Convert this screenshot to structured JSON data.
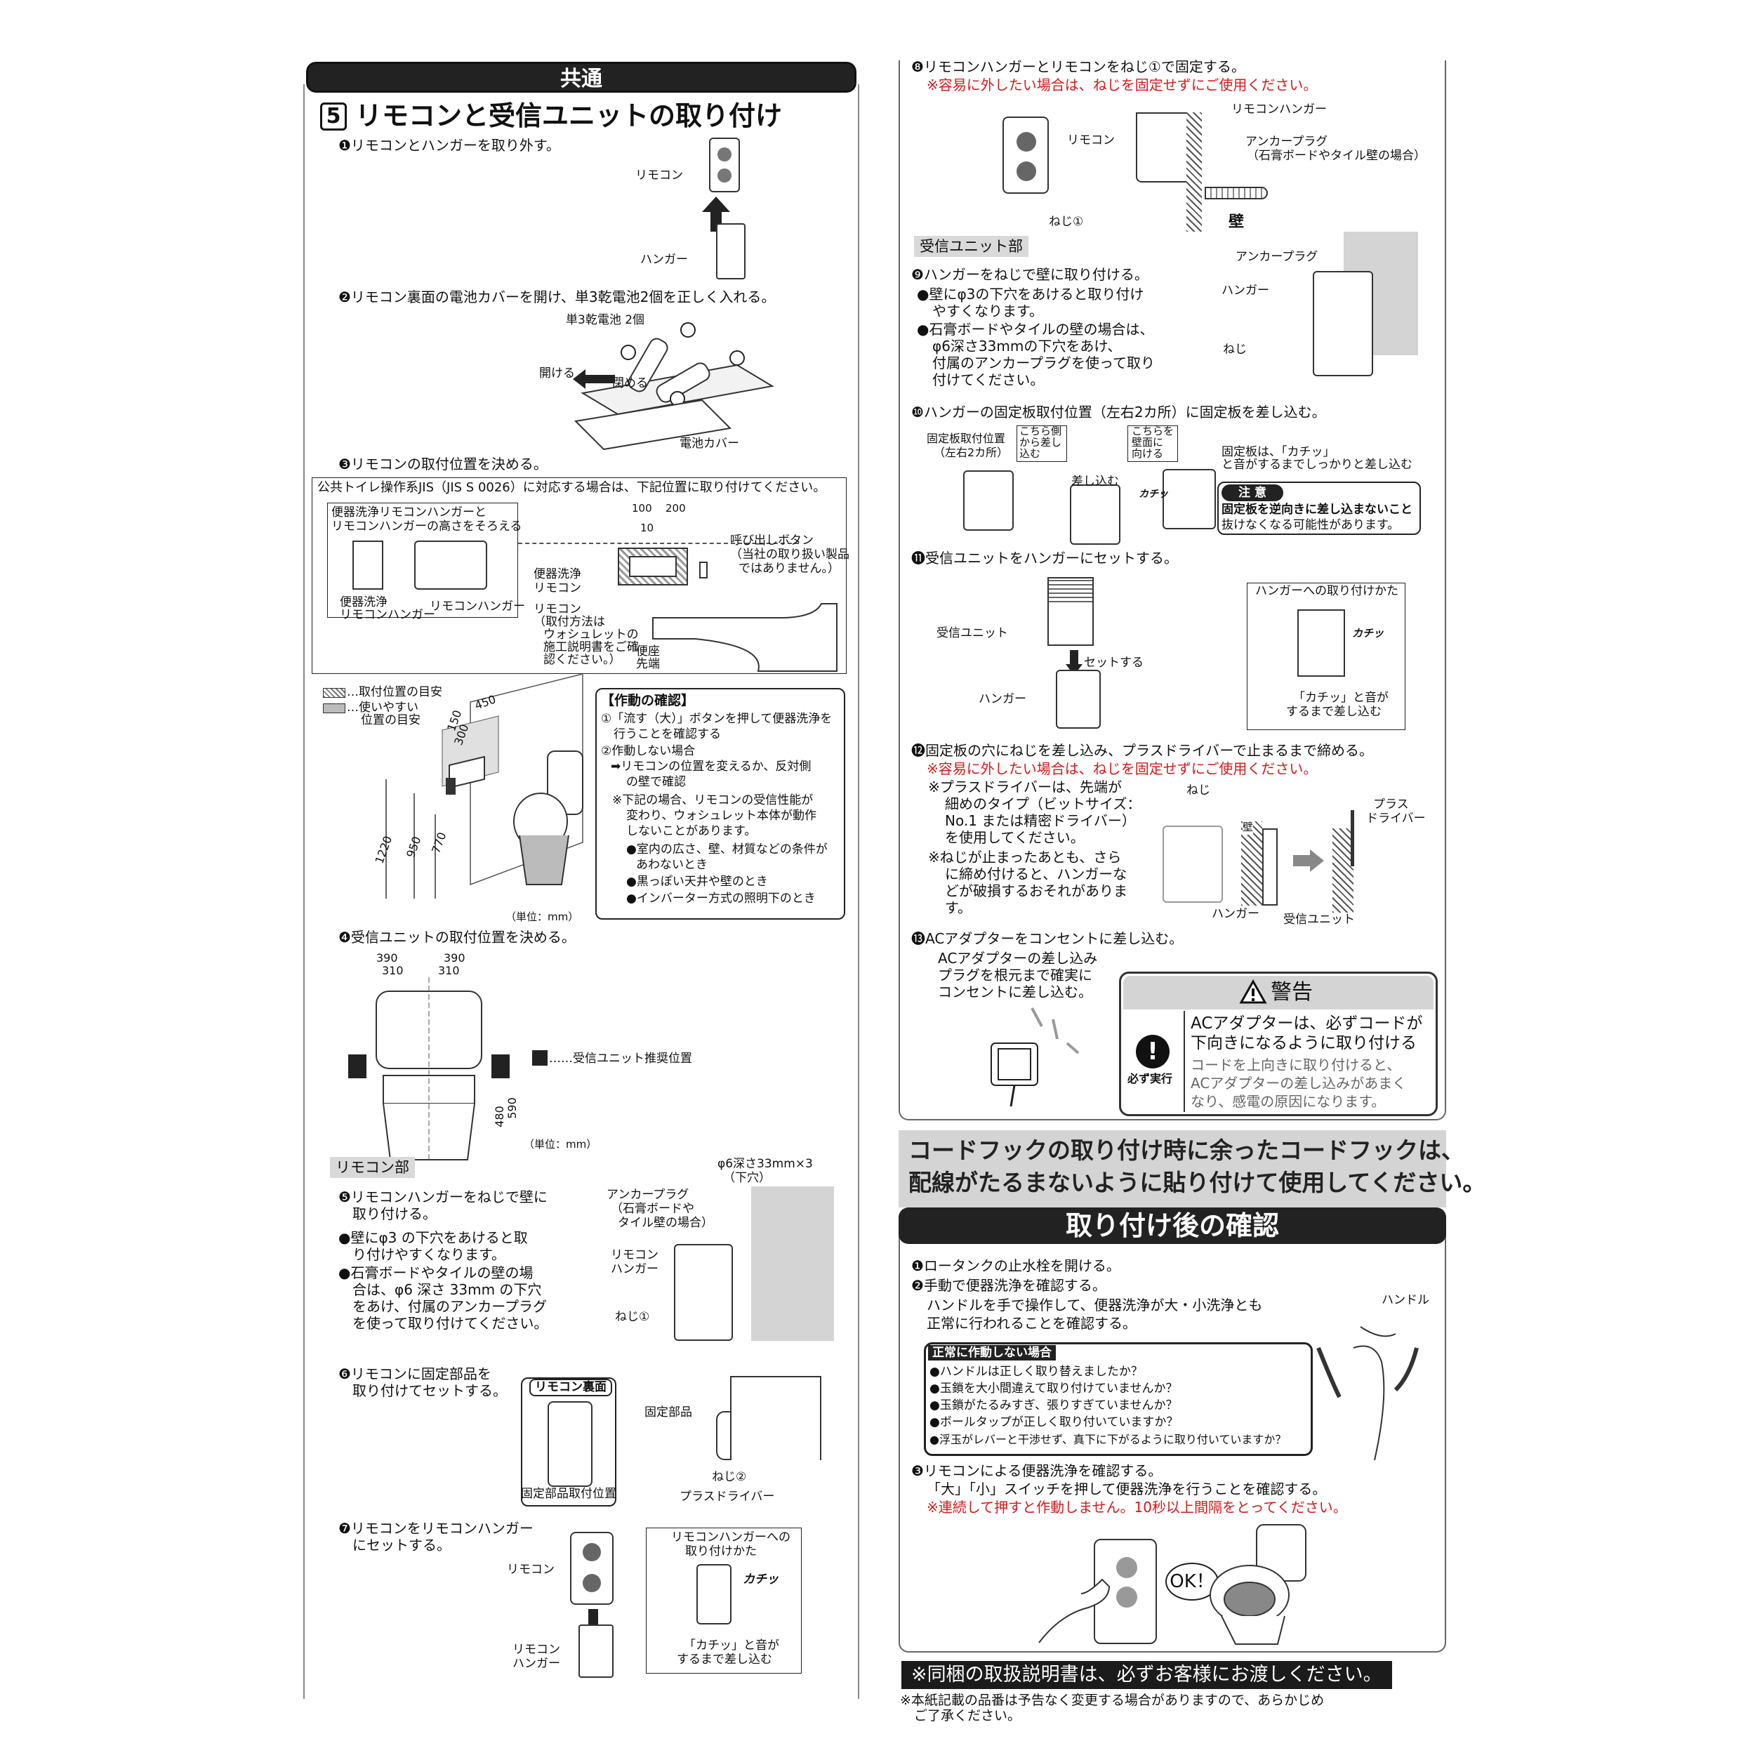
{
  "left": {
    "common_header": "共通",
    "section_num": "5",
    "section_title": "リモコンと受信ユニットの取り付け",
    "step1": "❶リモコンとハンガーを取り外す。",
    "step1_remote": "リモコン",
    "step1_hanger": "ハンガー",
    "step2": "❷リモコン裏面の電池カバーを開け、単3乾電池2個を正しく入れる。",
    "step2_battery": "単3乾電池 2個",
    "step2_open": "開ける",
    "step2_close": "閉める",
    "step2_cover": "電池カバー",
    "step3": "❸リモコンの取付位置を決める。",
    "jis_note": "公共トイレ操作系JIS（JIS S 0026）に対応する場合は、下記位置に取り付けてください。",
    "jis_align_1": "便器洗浄リモコンハンガーと",
    "jis_align_2": "リモコンハンガーの高さをそろえる",
    "jis_wash_hanger_1": "便器洗浄",
    "jis_wash_hanger_2": "リモコンハンガー",
    "jis_remote_hanger": "リモコンハンガー",
    "jis_dim_100": "100",
    "jis_dim_200": "200",
    "jis_dim_10": "10",
    "jis_call_1": "呼び出しボタン",
    "jis_call_2": "（当社の取り扱い製品",
    "jis_call_3": "ではありません。）",
    "jis_wash_remote_1": "便器洗浄",
    "jis_wash_remote_2": "リモコン",
    "jis_remote_1": "リモコン",
    "jis_remote_2": "（取付方法は",
    "jis_remote_3": "ウォシュレットの",
    "jis_remote_4": "施工説明書をご確",
    "jis_remote_5": "認ください。）",
    "jis_seat_1": "便座",
    "jis_seat_2": "先端",
    "legend_1": "…取付位置の目安",
    "legend_2a": "…使いやすい",
    "legend_2b": "位置の目安",
    "dim_150": "150",
    "dim_450": "450",
    "dim_300": "300",
    "dim_1220": "1220",
    "dim_950": "950",
    "dim_770": "770",
    "unit_mm": "（単位：mm）",
    "check_title": "【作動の確認】",
    "check_1a": "①「流す（大）」ボタンを押して便器洗浄を",
    "check_1b": "行うことを確認する",
    "check_2": "②作動しない場合",
    "check_2a": "➡リモコンの位置を変えるか、反対側",
    "check_2b": "の壁で確認",
    "check_note_1": "※下記の場合、リモコンの受信性能が",
    "check_note_2": "変わり、ウォシュレット本体が動作",
    "check_note_3": "しないことがあります。",
    "check_b1a": "●室内の広さ、壁、材質などの条件が",
    "check_b1b": "あわないとき",
    "check_b2": "●黒っぽい天井や壁のとき",
    "check_b3": "●インバーター方式の照明下のとき",
    "step4": "❹受信ユニットの取付位置を決める。",
    "dim_390a": "390",
    "dim_390b": "390",
    "dim_310a": "310",
    "dim_310b": "310",
    "rec_pos": "……受信ユニット推奨位置",
    "dim_480": "480",
    "dim_590": "590",
    "unit_mm2": "（単位：mm）",
    "remote_section": "リモコン部",
    "step5a": "❺リモコンハンガーをねじで壁に",
    "step5b": "取り付ける。",
    "step5_b1a": "●壁にφ3 の下穴をあけると取",
    "step5_b1b": "り付けやすくなります。",
    "step5_b2a": "●石膏ボードやタイルの壁の場",
    "step5_b2b": "合は、φ6 深さ 33mm の下穴",
    "step5_b2c": "をあけ、付属のアンカープラグ",
    "step5_b2d": "を使って取り付けてください。",
    "step5_hole": "φ6深さ33mm×3",
    "step5_hole2": "（下穴）",
    "step5_anchor_1": "アンカープラグ",
    "step5_anchor_2": "（石膏ボードや",
    "step5_anchor_3": "タイル壁の場合）",
    "step5_hanger_1": "リモコン",
    "step5_hanger_2": "ハンガー",
    "step5_screw": "ねじ①",
    "step6a": "❻リモコンに固定部品を",
    "step6b": "取り付けてセットする。",
    "step6_back": "リモコン裏面",
    "step6_pos": "固定部品取付位置",
    "step6_part": "固定部品",
    "step6_screw": "ねじ②",
    "step6_driver": "プラスドライバー",
    "step7a": "❼リモコンをリモコンハンガー",
    "step7b": "にセットする。",
    "step7_remote": "リモコン",
    "step7_hanger_1": "リモコン",
    "step7_hanger_2": "ハンガー",
    "step7_box_1": "リモコンハンガーへの",
    "step7_box_2": "取り付けかた",
    "step7_click": "カチッ",
    "step7_note_1": "「カチッ」と音が",
    "step7_note_2": "するまで差し込む"
  },
  "right": {
    "step8": "❽リモコンハンガーとリモコンをねじ①で固定する。",
    "step8_red": "※容易に外したい場合は、ねじを固定せずにご使用ください。",
    "step8_remote": "リモコン",
    "step8_hanger": "リモコンハンガー",
    "step8_anchor_1": "アンカープラグ",
    "step8_anchor_2": "（石膏ボードやタイル壁の場合）",
    "step8_screw": "ねじ①",
    "step8_wall": "壁",
    "recv_section": "受信ユニット部",
    "step9": "❾ハンガーをねじで壁に取り付ける。",
    "step9_b1a": "●壁にφ3の下穴をあけると取り付け",
    "step9_b1b": "やすくなります。",
    "step9_b2a": "●石膏ボードやタイルの壁の場合は、",
    "step9_b2b": "φ6深さ33mmの下穴をあけ、",
    "step9_b2c": "付属のアンカープラグを使って取り",
    "step9_b2d": "付けてください。",
    "step9_anchor": "アンカープラグ",
    "step9_hanger": "ハンガー",
    "step9_screw": "ねじ",
    "step10": "❿ハンガーの固定板取付位置（左右2カ所）に固定板を差し込む。",
    "step10_pos_1": "固定板取付位置",
    "step10_pos_2": "（左右2カ所）",
    "step10_side_1": "こちら側",
    "step10_side_2": "から差し",
    "step10_side_3": "込む",
    "step10_wall_1": "こちらを",
    "step10_wall_2": "壁面に",
    "step10_wall_3": "向ける",
    "step10_insert": "差し込む",
    "step10_click": "カチッ",
    "step10_note_1": "固定板は、「カチッ」",
    "step10_note_2": "と音がするまでしっかりと差し込む",
    "caution_title": "注 意",
    "caution_1": "固定板を逆向きに差し込まないこと",
    "caution_2": "抜けなくなる可能性があります。",
    "step11": "⓫受信ユニットをハンガーにセットする。",
    "step11_unit": "受信ユニット",
    "step11_set": "セットする",
    "step11_hanger": "ハンガー",
    "step11_box_title": "ハンガーへの取り付けかた",
    "step11_click": "カチッ",
    "step11_note_1": "「カチッ」と音が",
    "step11_note_2": "するまで差し込む",
    "step12": "⓬固定板の穴にねじを差し込み、プラスドライバーで止まるまで締める。",
    "step12_red": "※容易に外したい場合は、ねじを固定せずにご使用ください。",
    "step12_n1a": "※プラスドライバーは、先端が",
    "step12_n1b": "細めのタイプ（ビットサイズ：",
    "step12_n1c": "No.1 または精密ドライバー）",
    "step12_n1d": "を使用してください。",
    "step12_n2a": "※ねじが止まったあとも、さら",
    "step12_n2b": "に締め付けると、ハンガーな",
    "step12_n2c": "どが破損するおそれがありま",
    "step12_n2d": "す。",
    "step12_screw": "ねじ",
    "step12_wall": "壁",
    "step12_driver_1": "プラス",
    "step12_driver_2": "ドライバー",
    "step12_hanger": "ハンガー",
    "step12_unit": "受信ユニット",
    "step13": "⓭ACアダプターをコンセントに差し込む。",
    "step13_n1": "ACアダプターの差し込み",
    "step13_n2": "プラグを根元まで確実に",
    "step13_n3": "コンセントに差し込む。",
    "warn_title": "警告",
    "warn_must": "必ず実行",
    "warn_head_1": "ACアダプターは、必ずコードが",
    "warn_head_2": "下向きになるように取り付ける",
    "warn_body_1": "コードを上向きに取り付けると、",
    "warn_body_2": "ACアダプターの差し込みがあまく",
    "warn_body_3": "なり、感電の原因になります。",
    "cord_1": "コードフックの取り付け時に余ったコードフックは、",
    "cord_2": "配線がたるまないように貼り付けて使用してください。",
    "after_title": "取り付け後の確認",
    "after1": "❶ロータンクの止水栓を開ける。",
    "after2": "❷手動で便器洗浄を確認する。",
    "after2_a": "ハンドルを手で操作して、便器洗浄が大・小洗浄とも",
    "after2_b": "正常に行われることを確認する。",
    "after2_handle": "ハンドル",
    "fault_title": "正常に作動しない場合",
    "fault_1": "●ハンドルは正しく取り替えましたか？",
    "fault_2": "●玉鎖を大小間違えて取り付けていませんか？",
    "fault_3": "●玉鎖がたるみすぎ、張りすぎていませんか？",
    "fault_4": "●ボールタップが正しく取り付いていますか？",
    "fault_5": "●浮玉がレバーと干渉せず、真下に下がるように取り付いていますか？",
    "after3": "❸リモコンによる便器洗浄を確認する。",
    "after3_a": "「大」「小」スイッチを押して便器洗浄を行うことを確認する。",
    "after3_red": "※連続して押すと作動しません。10秒以上間隔をとってください。",
    "ok": "OK！",
    "handover": "※同梱の取扱説明書は、必ずお客様にお渡しください。",
    "foot_1": "※本紙記載の品番は予告なく変更する場合がありますので、あらかじめ",
    "foot_2": "ご了承ください。"
  }
}
